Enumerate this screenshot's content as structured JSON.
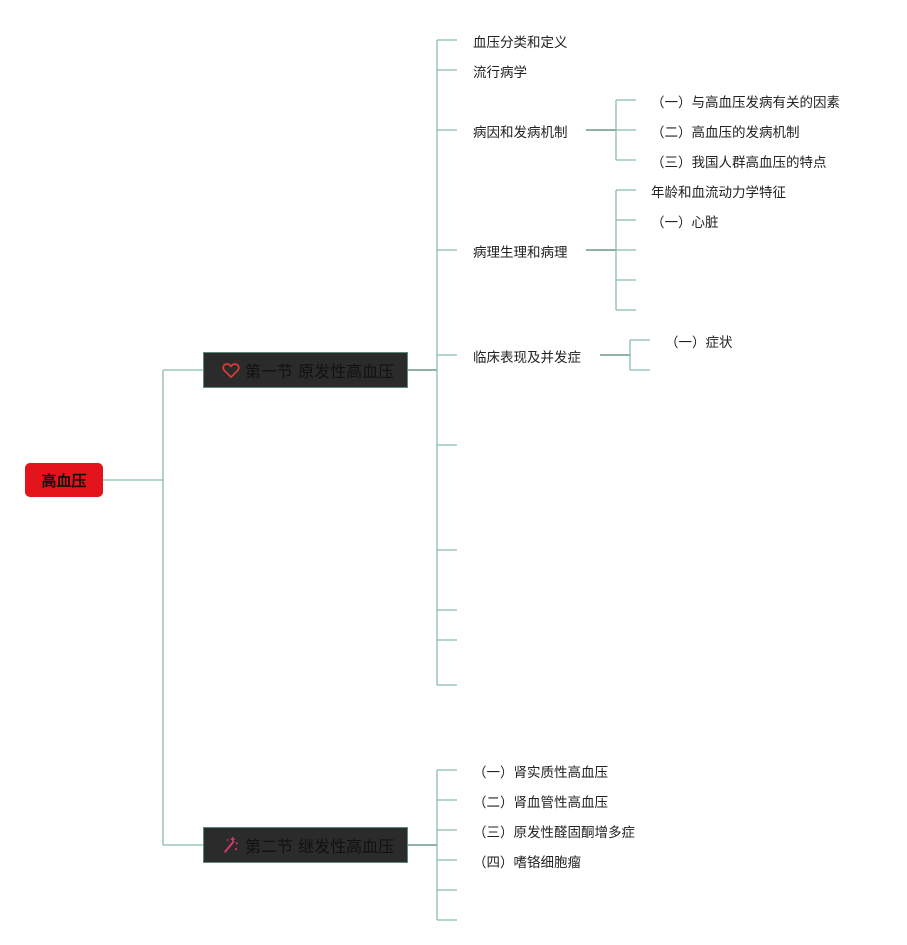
{
  "root": {
    "label": "高血压",
    "color": "#e3141b"
  },
  "sections": [
    {
      "label": "第一节 原发性高血压",
      "icon": "heart-outline-icon",
      "items": [
        {
          "label": "血压分类和定义"
        },
        {
          "label": "流行病学"
        },
        {
          "label": "病因和发病机制",
          "children": [
            "（一）与高血压发病有关的因素",
            "（二）高血压的发病机制",
            "（三）我国人群高血压的特点"
          ]
        },
        {
          "label": "病理生理和病理",
          "children": [
            "年龄和血流动力学特征",
            "（一）心脏",
            "",
            "",
            ""
          ]
        },
        {
          "label": "临床表现及并发症",
          "children": [
            "（一）症状",
            ""
          ]
        },
        {
          "label": ""
        },
        {
          "label": ""
        },
        {
          "label": ""
        },
        {
          "label": ""
        },
        {
          "label": ""
        }
      ]
    },
    {
      "label": "第二节 继发性高血压",
      "icon": "magic-wand-icon",
      "items": [
        {
          "label": "（一）肾实质性高血压"
        },
        {
          "label": "（二）肾血管性高血压"
        },
        {
          "label": "（三）原发性醛固酮增多症"
        },
        {
          "label": "（四）嗜铬细胞瘤"
        },
        {
          "label": ""
        },
        {
          "label": ""
        }
      ]
    }
  ],
  "colors": {
    "connector_light": "#9cc4ba",
    "connector_dark": "#4f8076"
  }
}
